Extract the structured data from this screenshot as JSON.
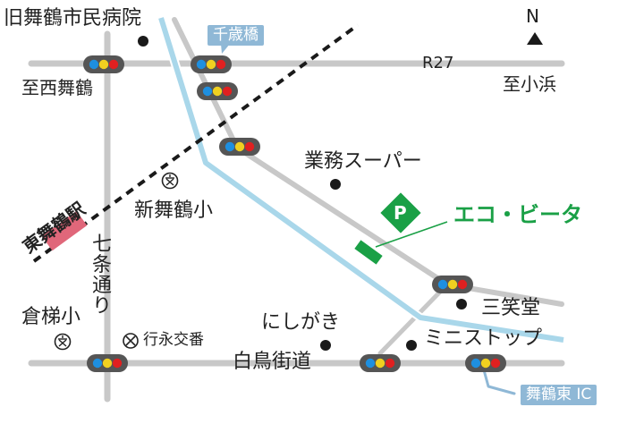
{
  "labels": {
    "old_hospital": "旧舞鶴市民病院",
    "senzai_bridge": "千歳橋",
    "r27": "R27",
    "to_obama": "至小浜",
    "to_nishi_maizuru": "至西舞鶴",
    "gyomu_super": "業務スーパー",
    "higashi_maizuru_station": "東舞鶴駅",
    "shin_maizuru_elementary": "新舞鶴小",
    "eco_vita": "エコ・ビータ",
    "shichijo_dori": "七条通り",
    "kurahashi_elementary": "倉梯小",
    "gyoei_intersection": "行永交番",
    "nishigaki": "にしがき",
    "sanshodo": "三笑堂",
    "hakucho_kaido": "白鳥街道",
    "ministop": "ミニストップ",
    "maizuru_higashi_ic": "舞鶴東 IC"
  },
  "compass": {
    "north": "N"
  },
  "parking": {
    "letter": "P"
  },
  "icons": {
    "school": "school-symbol",
    "police": "police-box-symbol",
    "landmark": "black-dot",
    "signal": "traffic-signal"
  },
  "colors": {
    "road": "#c8c8c8",
    "river": "#a9d7ea",
    "rail": "#1a1a1a",
    "station": "#e0677a",
    "accent": "#1aa046",
    "signal_blue": "#1e8fe0",
    "signal_yellow": "#f0d020",
    "signal_red": "#e02020",
    "ic_tag": "#8fb8d6"
  }
}
